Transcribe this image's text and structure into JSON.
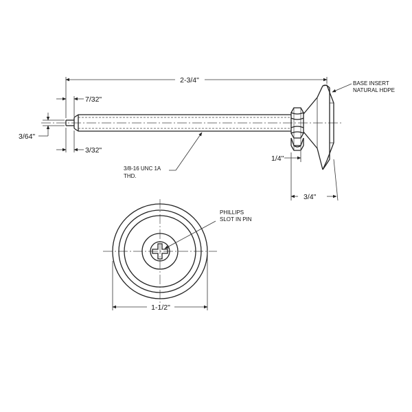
{
  "dimensions": {
    "overall_length": "2-3/4\"",
    "tip_length": "7/32\"",
    "tip_diameter": "3/64\"",
    "shoulder_offset": "3/32\"",
    "hex_height": "1/4\"",
    "base_height": "3/4\"",
    "base_diameter": "1-1/2\""
  },
  "notes": {
    "base_line1": "BASE INSERT",
    "base_line2": "NATURAL HDPE",
    "thread_line1": "3/8-16 UNC 1A",
    "thread_line2": "THD.",
    "slot_line1": "PHILLIPS",
    "slot_line2": "SLOT IN PIN"
  }
}
